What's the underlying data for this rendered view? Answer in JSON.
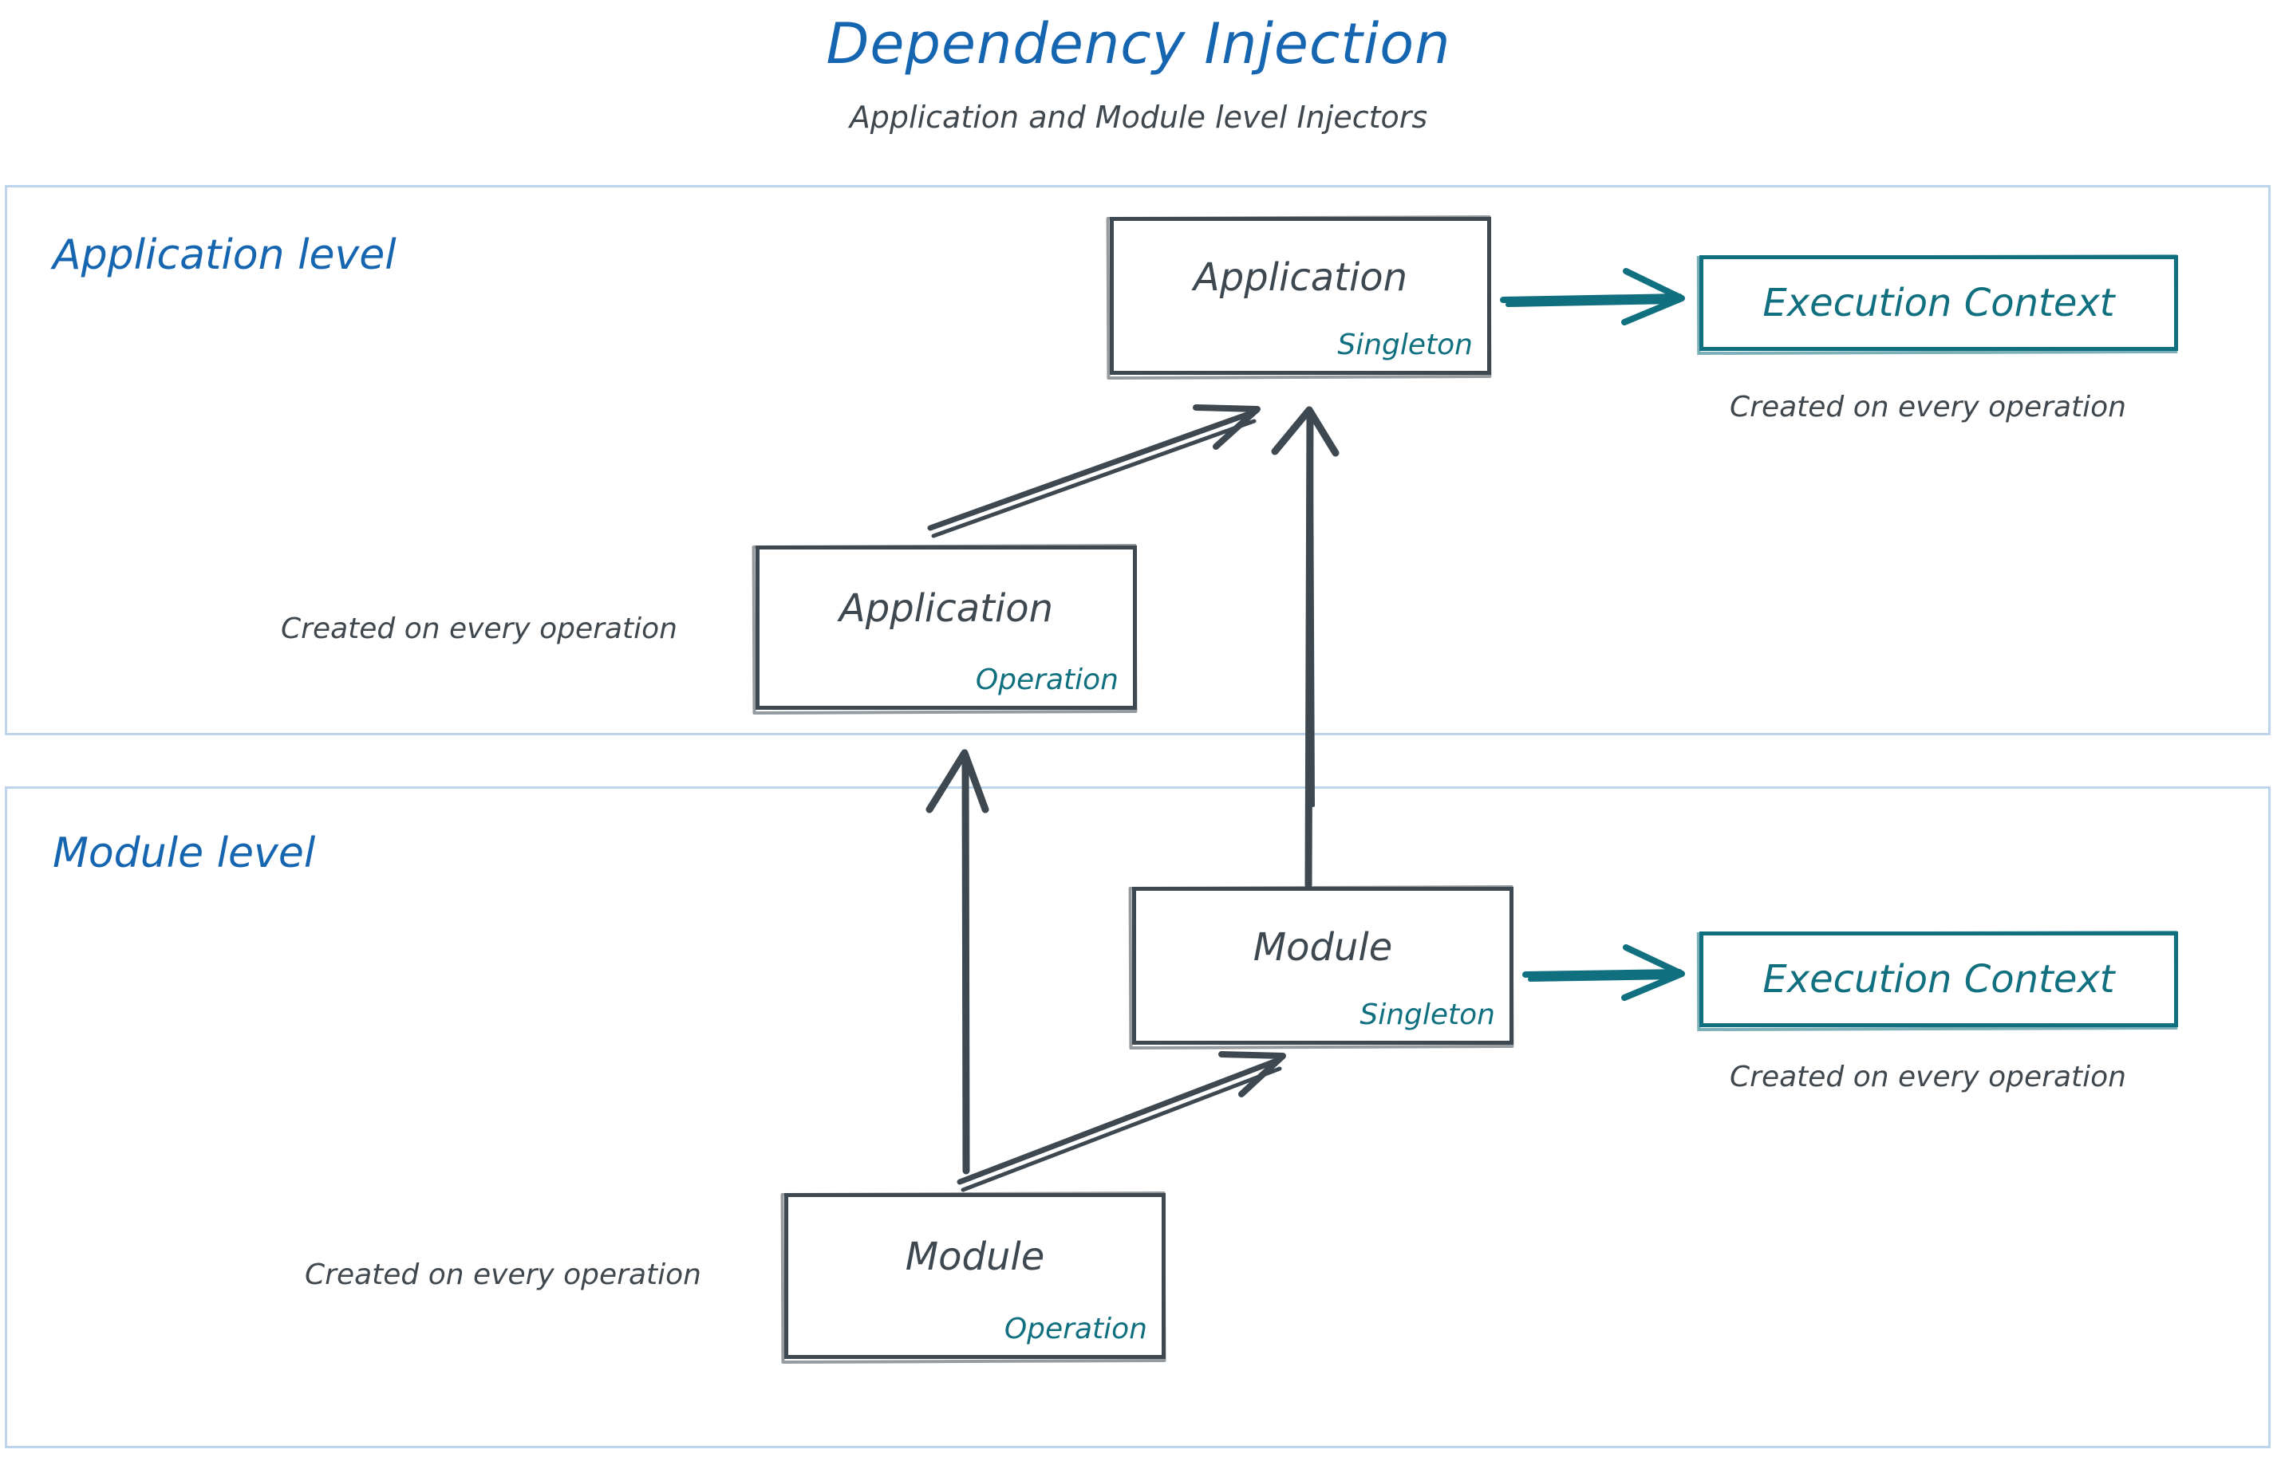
{
  "header": {
    "title": "Dependency Injection",
    "subtitle": "Application and Module level Injectors"
  },
  "colors": {
    "title_blue": "#1565b0",
    "level_border_blue": "#bcd4ec",
    "node_gray": "#3e4850",
    "scope_teal": "#11707f",
    "caption_gray": "#40484f",
    "background": "#ffffff"
  },
  "levels": [
    {
      "id": "application",
      "label": "Application level"
    },
    {
      "id": "module",
      "label": "Module level"
    }
  ],
  "nodes": {
    "app_singleton": {
      "title": "Application",
      "scope": "Singleton"
    },
    "app_operation": {
      "title": "Application",
      "scope": "Operation"
    },
    "mod_singleton": {
      "title": "Module",
      "scope": "Singleton"
    },
    "mod_operation": {
      "title": "Module",
      "scope": "Operation"
    }
  },
  "exec_boxes": {
    "application": {
      "label": "Execution Context",
      "caption": "Created on every operation"
    },
    "module": {
      "label": "Execution Context",
      "caption": "Created on every operation"
    }
  },
  "captions": {
    "app_operation": "Created on every operation",
    "mod_operation": "Created on every operation"
  },
  "arrows": [
    {
      "name": "app-singleton-to-exec-context",
      "from": "Application (Singleton)",
      "to": "Execution Context (Application level)",
      "color": "#11707f",
      "direction": "right"
    },
    {
      "name": "app-operation-to-app-singleton",
      "from": "Application (Operation)",
      "to": "Application (Singleton)",
      "color": "#3e4850",
      "direction": "up-right"
    },
    {
      "name": "mod-singleton-to-app-singleton",
      "from": "Module (Singleton)",
      "to": "Application (Singleton)",
      "color": "#3e4850",
      "direction": "up"
    },
    {
      "name": "mod-operation-to-app-operation",
      "from": "Module level",
      "to": "Application (Operation)",
      "color": "#3e4850",
      "direction": "up"
    },
    {
      "name": "mod-operation-to-mod-singleton",
      "from": "Module (Operation)",
      "to": "Module (Singleton)",
      "color": "#3e4850",
      "direction": "up-right"
    },
    {
      "name": "mod-singleton-to-exec-context",
      "from": "Module (Singleton)",
      "to": "Execution Context (Module level)",
      "color": "#11707f",
      "direction": "right"
    }
  ]
}
